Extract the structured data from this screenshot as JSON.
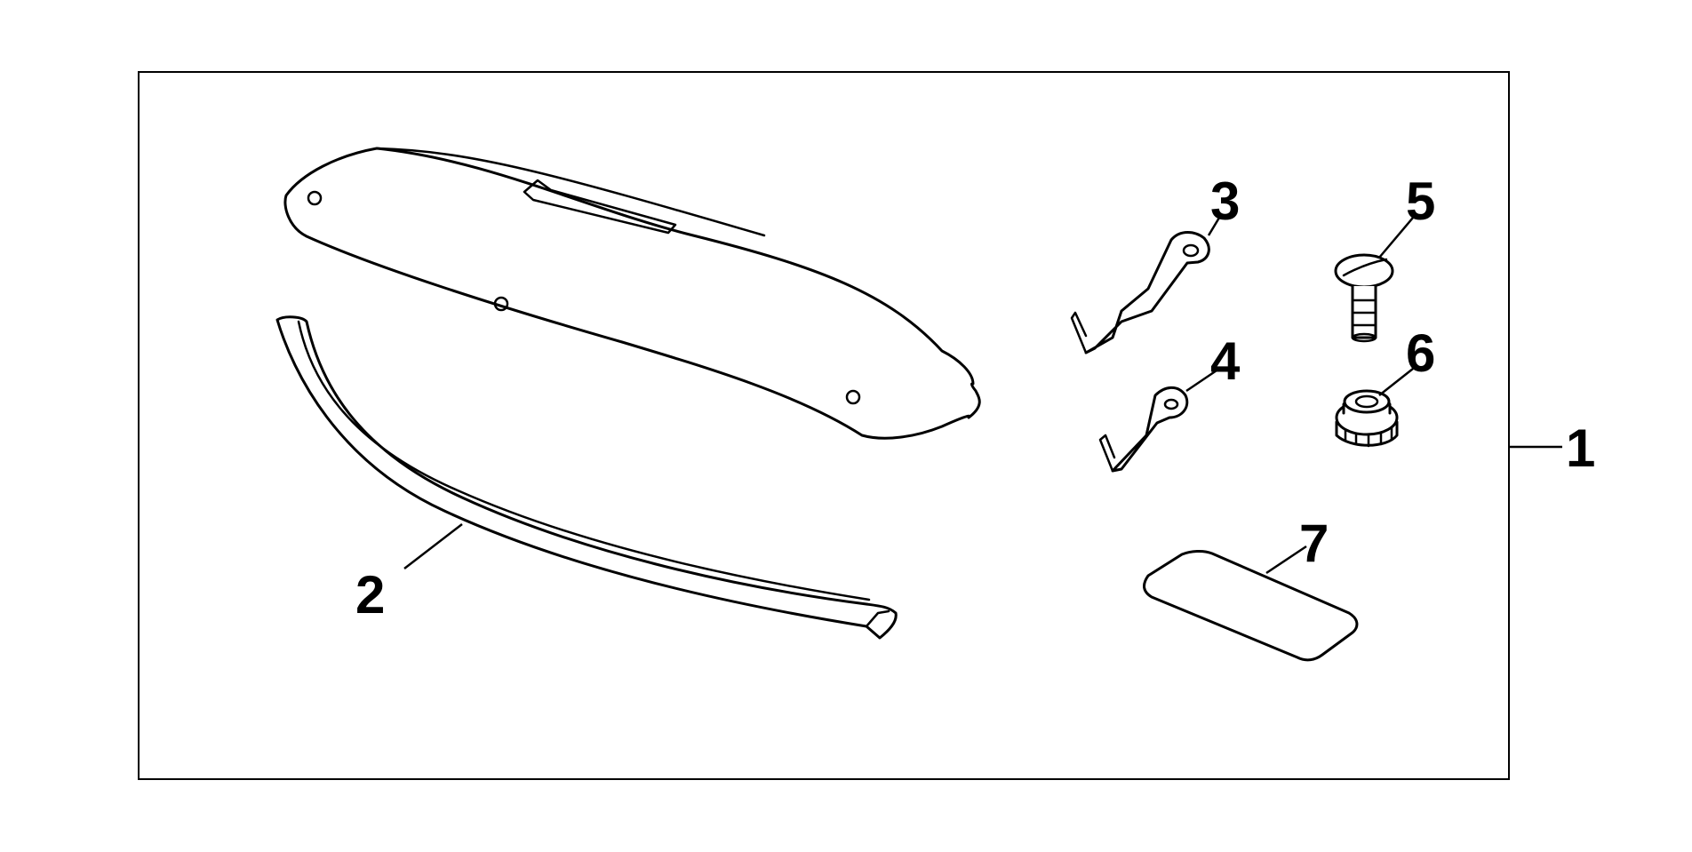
{
  "diagram": {
    "callouts": [
      "1",
      "2",
      "3",
      "4",
      "5",
      "6",
      "7"
    ]
  },
  "colors": {
    "line": "#000000",
    "background": "#ffffff"
  }
}
